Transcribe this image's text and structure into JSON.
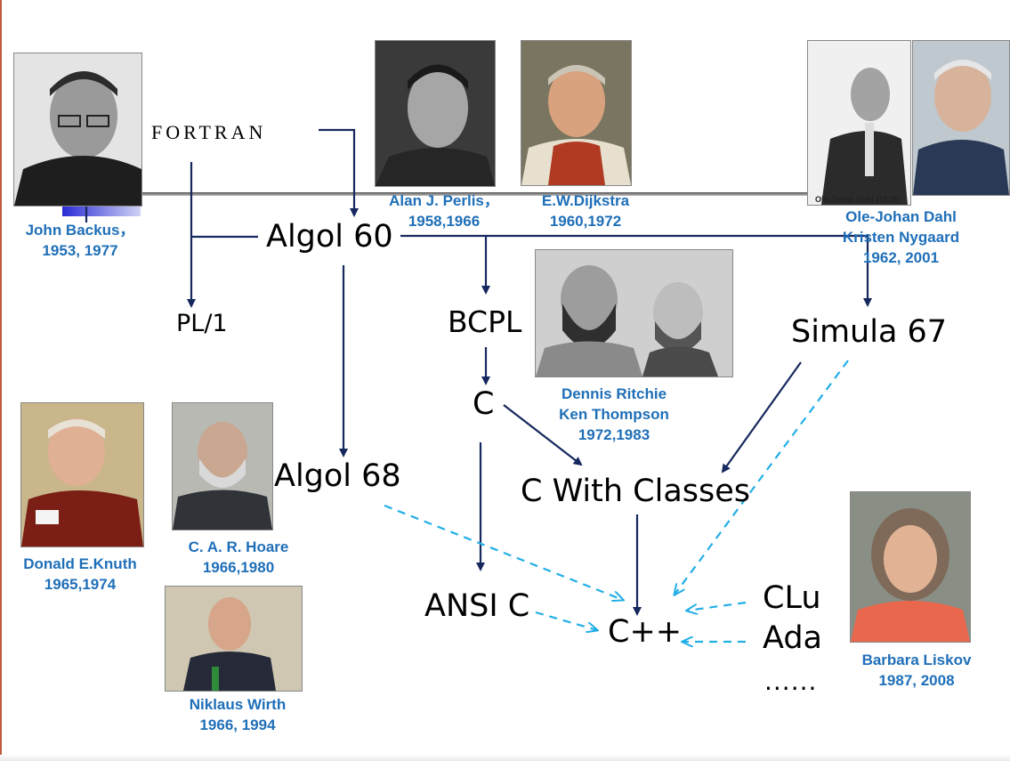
{
  "languages": {
    "fortran": "FORTRAN",
    "algol60": "Algol 60",
    "pl1": "PL/1",
    "bcpl": "BCPL",
    "simula67": "Simula 67",
    "c": "C",
    "algol68": "Algol 68",
    "c_with_classes": "C With Classes",
    "ansi_c": "ANSI C",
    "cpp": "C++",
    "clu": "CLu",
    "ada": "Ada",
    "ellipsis": "......"
  },
  "people": {
    "backus": {
      "name": "John Backus，",
      "years": "1953, 1977"
    },
    "perlis": {
      "name": "Alan J.  Perlis，",
      "years": "1958,1966"
    },
    "dijkstra": {
      "name": "E.W.Dijkstra",
      "years": "1960,1972"
    },
    "dahl": {
      "name": "Ole-Johan Dahl",
      "name2": "Kristen Nygaard",
      "years": "1962, 2001"
    },
    "ritchie": {
      "name": "Dennis Ritchie",
      "name2": "Ken Thompson",
      "years": "1972,1983"
    },
    "knuth": {
      "name": "Donald E.Knuth",
      "years": "1965,1974"
    },
    "hoare": {
      "name": "C. A. R. Hoare",
      "years": "1966,1980"
    },
    "wirth": {
      "name": "Niklaus Wirth",
      "years": "1966, 1994"
    },
    "liskov": {
      "name": "Barbara Liskov",
      "years": "1987, 2008"
    }
  },
  "photo_tag": "Ole-Johan Dahl (1978)",
  "colors": {
    "solid_arrow": "#16285e",
    "dashed_arrow": "#22aee6",
    "caption": "#1f6fb8"
  }
}
